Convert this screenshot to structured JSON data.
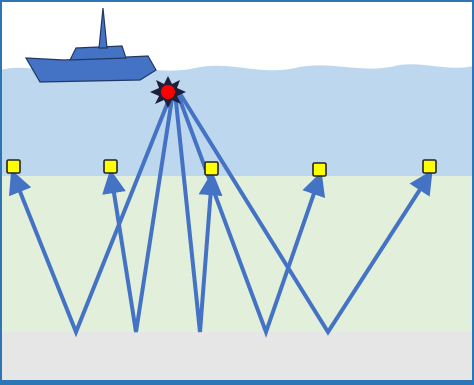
{
  "diagram": {
    "colors": {
      "sky": "#ffffff",
      "water": "#bdd7ee",
      "seabed": "#e2efda",
      "subsurface": "#e7e6e6",
      "ray": "#4472c4",
      "ship": "#4472c4",
      "ship_outline": "#203864",
      "sensor": "#ffff00",
      "source": "#ff0000",
      "frame": "#2e75b6"
    },
    "ship": {
      "icon": "survey-ship-icon"
    },
    "source": {
      "icon": "explosion-burst-icon"
    },
    "sensors": [
      {
        "icon": "sensor-square-icon"
      },
      {
        "icon": "sensor-square-icon"
      },
      {
        "icon": "sensor-square-icon"
      },
      {
        "icon": "sensor-square-icon"
      },
      {
        "icon": "sensor-square-icon"
      }
    ],
    "rays": [
      {
        "from": "source",
        "to": "sensor-1"
      },
      {
        "from": "source",
        "to": "sensor-2"
      },
      {
        "from": "source",
        "to": "sensor-3"
      },
      {
        "from": "source",
        "to": "sensor-4"
      },
      {
        "from": "source",
        "to": "sensor-5"
      }
    ]
  }
}
